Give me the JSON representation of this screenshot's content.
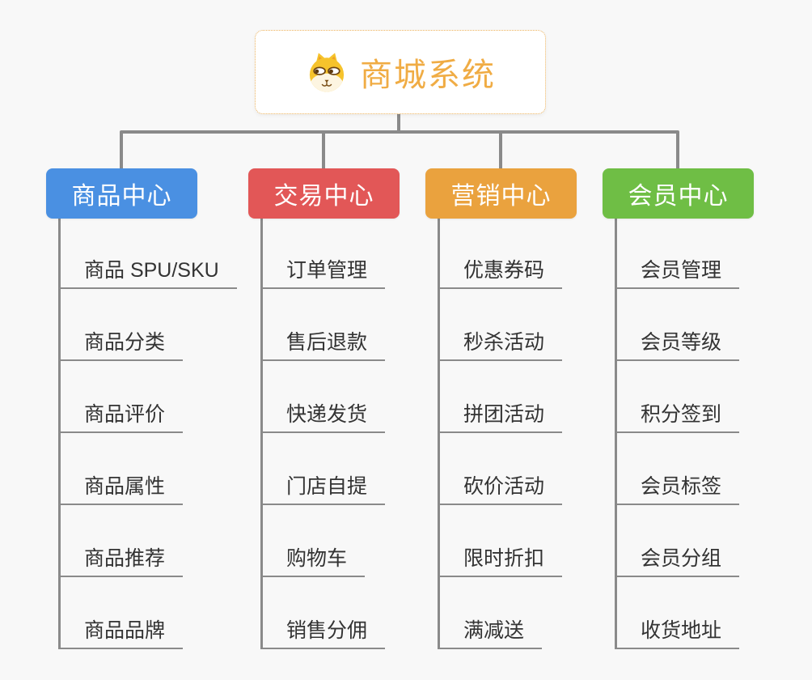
{
  "root": {
    "title": "商城系统",
    "icon": "shiba-dog-icon"
  },
  "branches": [
    {
      "label": "商品中心",
      "color": "#4a90e2",
      "items": [
        "商品 SPU/SKU",
        "商品分类",
        "商品评价",
        "商品属性",
        "商品推荐",
        "商品品牌"
      ]
    },
    {
      "label": "交易中心",
      "color": "#e25757",
      "items": [
        "订单管理",
        "售后退款",
        "快递发货",
        "门店自提",
        "购物车",
        "销售分佣"
      ]
    },
    {
      "label": "营销中心",
      "color": "#eaa23e",
      "items": [
        "优惠券码",
        "秒杀活动",
        "拼团活动",
        "砍价活动",
        "限时折扣",
        "满减送"
      ]
    },
    {
      "label": "会员中心",
      "color": "#6fbe45",
      "items": [
        "会员管理",
        "会员等级",
        "积分签到",
        "会员标签",
        "会员分组",
        "收货地址"
      ]
    }
  ],
  "palette": {
    "canvas_background": "#f8f8f8",
    "connector_line": "#8a8a8a",
    "root_accent": "#f0ac44",
    "root_border": "#edb35e",
    "item_text": "#333333"
  }
}
